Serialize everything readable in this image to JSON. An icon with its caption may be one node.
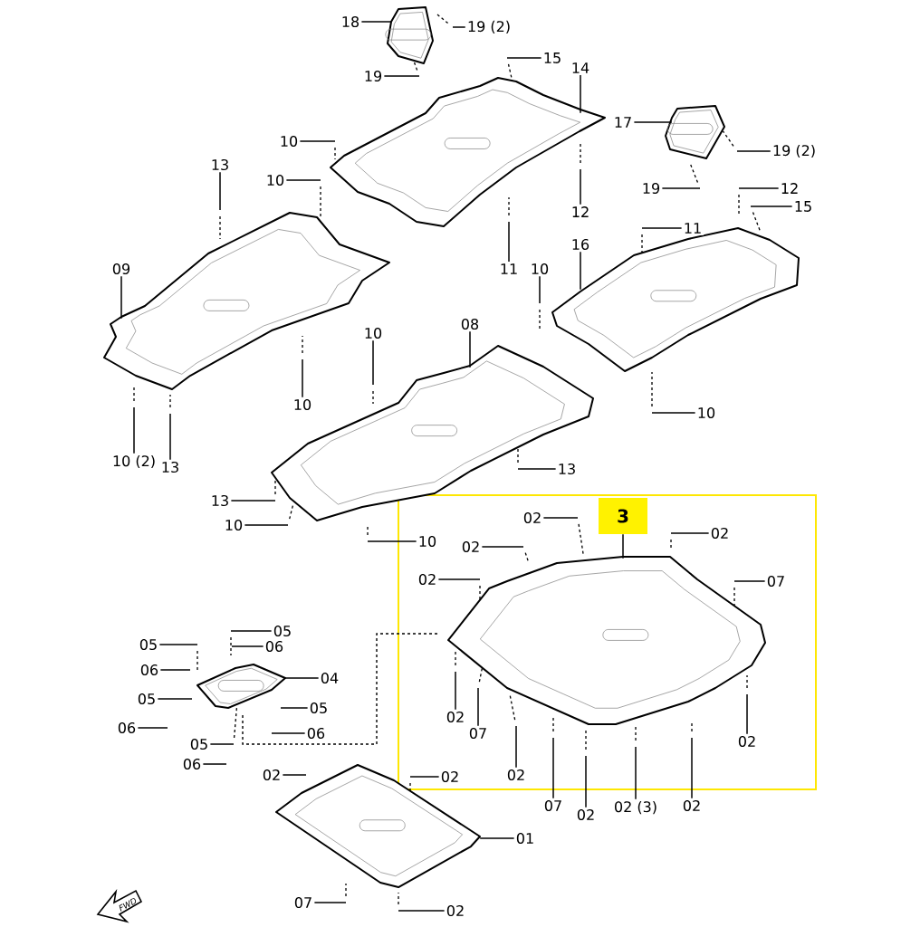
{
  "diagram": {
    "nodes": [
      {
        "text": [
          "18"
        ]
      },
      {
        "text": [
          "19 (2)"
        ]
      },
      {
        "text": [
          "15"
        ]
      },
      {
        "text": [
          "19"
        ]
      },
      {
        "text": [
          "14"
        ]
      },
      {
        "text": [
          "10"
        ]
      },
      {
        "text": [
          "17"
        ]
      },
      {
        "text": [
          "19 (2)"
        ]
      },
      {
        "text": [
          "13"
        ]
      },
      {
        "text": [
          "10"
        ]
      },
      {
        "text": [
          "12"
        ]
      },
      {
        "text": [
          "19"
        ]
      },
      {
        "text": [
          "12"
        ]
      },
      {
        "text": [
          "15"
        ]
      },
      {
        "text": [
          "11"
        ]
      },
      {
        "text": [
          "16"
        ]
      },
      {
        "text": [
          "09"
        ]
      },
      {
        "text": [
          "11"
        ]
      },
      {
        "text": [
          "10"
        ]
      },
      {
        "text": [
          "10"
        ]
      },
      {
        "text": [
          "08"
        ]
      },
      {
        "text": [
          "10"
        ]
      },
      {
        "text": [
          "10 (2)"
        ]
      },
      {
        "text": [
          "13"
        ]
      },
      {
        "text": [
          "10"
        ]
      },
      {
        "text": [
          "13"
        ]
      },
      {
        "text": [
          "13"
        ]
      },
      {
        "text": [
          "10"
        ]
      },
      {
        "text": [
          "10"
        ]
      },
      {
        "text": [
          "3"
        ]
      },
      {
        "text": [
          "02"
        ]
      },
      {
        "text": [
          "02"
        ]
      },
      {
        "text": [
          "02"
        ]
      },
      {
        "text": [
          "02"
        ]
      },
      {
        "text": [
          "07"
        ]
      },
      {
        "text": [
          "05"
        ]
      },
      {
        "text": [
          "05"
        ]
      },
      {
        "text": [
          "06"
        ]
      },
      {
        "text": [
          "06"
        ]
      },
      {
        "text": [
          "04"
        ]
      },
      {
        "text": [
          "05"
        ]
      },
      {
        "text": [
          "05"
        ]
      },
      {
        "text": [
          "06"
        ]
      },
      {
        "text": [
          "06"
        ]
      },
      {
        "text": [
          "05"
        ]
      },
      {
        "text": [
          "06"
        ]
      },
      {
        "text": [
          "02"
        ]
      },
      {
        "text": [
          "07"
        ]
      },
      {
        "text": [
          "02"
        ]
      },
      {
        "text": [
          "02"
        ]
      },
      {
        "text": [
          "07"
        ]
      },
      {
        "text": [
          "02"
        ]
      },
      {
        "text": [
          "02 (3)"
        ]
      },
      {
        "text": [
          "02"
        ]
      },
      {
        "text": [
          "02"
        ]
      },
      {
        "text": [
          "02"
        ]
      },
      {
        "text": [
          "01"
        ]
      },
      {
        "text": [
          "07"
        ]
      },
      {
        "text": [
          "02"
        ]
      },
      {
        "text": [],
        "shape": "picture"
      },
      {
        "text": [],
        "shape": "picture"
      },
      {
        "text": [],
        "shape": "picture"
      },
      {
        "text": [],
        "shape": "picture"
      },
      {
        "text": [],
        "shape": "picture"
      },
      {
        "text": [],
        "shape": "picture"
      },
      {
        "text": [],
        "shape": "picture"
      },
      {
        "text": [],
        "shape": "picture"
      },
      {
        "text": [],
        "shape": "picture"
      }
    ],
    "edges": [
      {
        "from": 0,
        "to": 59,
        "arrow": "none"
      },
      {
        "from": 1,
        "to": null,
        "arrow": "none"
      },
      {
        "from": 2,
        "to": null,
        "arrow": "none"
      },
      {
        "from": 3,
        "to": null,
        "arrow": "none"
      },
      {
        "from": 4,
        "to": 60,
        "arrow": "none"
      },
      {
        "from": 5,
        "to": null,
        "arrow": "none"
      },
      {
        "from": 6,
        "to": 61,
        "arrow": "none"
      },
      {
        "from": 7,
        "to": null,
        "arrow": "none"
      },
      {
        "from": 8,
        "to": null,
        "arrow": "none"
      },
      {
        "from": 9,
        "to": null,
        "arrow": "none"
      },
      {
        "from": 10,
        "to": null,
        "arrow": "none"
      },
      {
        "from": 11,
        "to": null,
        "arrow": "none"
      },
      {
        "from": 12,
        "to": null,
        "arrow": "none"
      },
      {
        "from": 13,
        "to": null,
        "arrow": "none"
      },
      {
        "from": 14,
        "to": null,
        "arrow": "none"
      },
      {
        "from": 15,
        "to": 63,
        "arrow": "none"
      },
      {
        "from": 16,
        "to": 62,
        "arrow": "none"
      },
      {
        "from": 17,
        "to": null,
        "arrow": "none"
      },
      {
        "from": 18,
        "to": null,
        "arrow": "none"
      },
      {
        "from": 19,
        "to": null,
        "arrow": "none"
      },
      {
        "from": 20,
        "to": 64,
        "arrow": "none"
      },
      {
        "from": 21,
        "to": null,
        "arrow": "none"
      },
      {
        "from": 22,
        "to": null,
        "arrow": "none"
      },
      {
        "from": 23,
        "to": null,
        "arrow": "none"
      },
      {
        "from": 24,
        "to": null,
        "arrow": "none"
      },
      {
        "from": 25,
        "to": null,
        "arrow": "none"
      },
      {
        "from": 26,
        "to": null,
        "arrow": "none"
      },
      {
        "from": 27,
        "to": null,
        "arrow": "none"
      },
      {
        "from": 28,
        "to": null,
        "arrow": "none"
      },
      {
        "from": 29,
        "to": 65,
        "arrow": "none"
      },
      {
        "from": 30,
        "to": null,
        "arrow": "none"
      },
      {
        "from": 31,
        "to": null,
        "arrow": "none"
      },
      {
        "from": 32,
        "to": null,
        "arrow": "none"
      },
      {
        "from": 33,
        "to": null,
        "arrow": "none"
      },
      {
        "from": 34,
        "to": null,
        "arrow": "none"
      },
      {
        "from": 35,
        "to": null,
        "arrow": "none"
      },
      {
        "from": 36,
        "to": null,
        "arrow": "none"
      },
      {
        "from": 37,
        "to": null,
        "arrow": "none"
      },
      {
        "from": 38,
        "to": null,
        "arrow": "none"
      },
      {
        "from": 39,
        "to": 66,
        "arrow": "none"
      },
      {
        "from": 40,
        "to": null,
        "arrow": "none"
      },
      {
        "from": 41,
        "to": null,
        "arrow": "none"
      },
      {
        "from": 42,
        "to": null,
        "arrow": "none"
      },
      {
        "from": 43,
        "to": null,
        "arrow": "none"
      },
      {
        "from": 44,
        "to": null,
        "arrow": "none"
      },
      {
        "from": 45,
        "to": null,
        "arrow": "none"
      },
      {
        "from": 46,
        "to": null,
        "arrow": "none"
      },
      {
        "from": 47,
        "to": null,
        "arrow": "none"
      },
      {
        "from": 48,
        "to": null,
        "arrow": "none"
      },
      {
        "from": 49,
        "to": null,
        "arrow": "none"
      },
      {
        "from": 50,
        "to": null,
        "arrow": "none"
      },
      {
        "from": 51,
        "to": null,
        "arrow": "none"
      },
      {
        "from": 52,
        "to": null,
        "arrow": "none"
      },
      {
        "from": 53,
        "to": null,
        "arrow": "none"
      },
      {
        "from": 54,
        "to": null,
        "arrow": "none"
      },
      {
        "from": 55,
        "to": null,
        "arrow": "none"
      },
      {
        "from": 56,
        "to": 67,
        "arrow": "none"
      },
      {
        "from": 57,
        "to": null,
        "arrow": "none"
      },
      {
        "from": 58,
        "to": null,
        "arrow": "none"
      }
    ],
    "labels": [
      "FWD"
    ]
  }
}
